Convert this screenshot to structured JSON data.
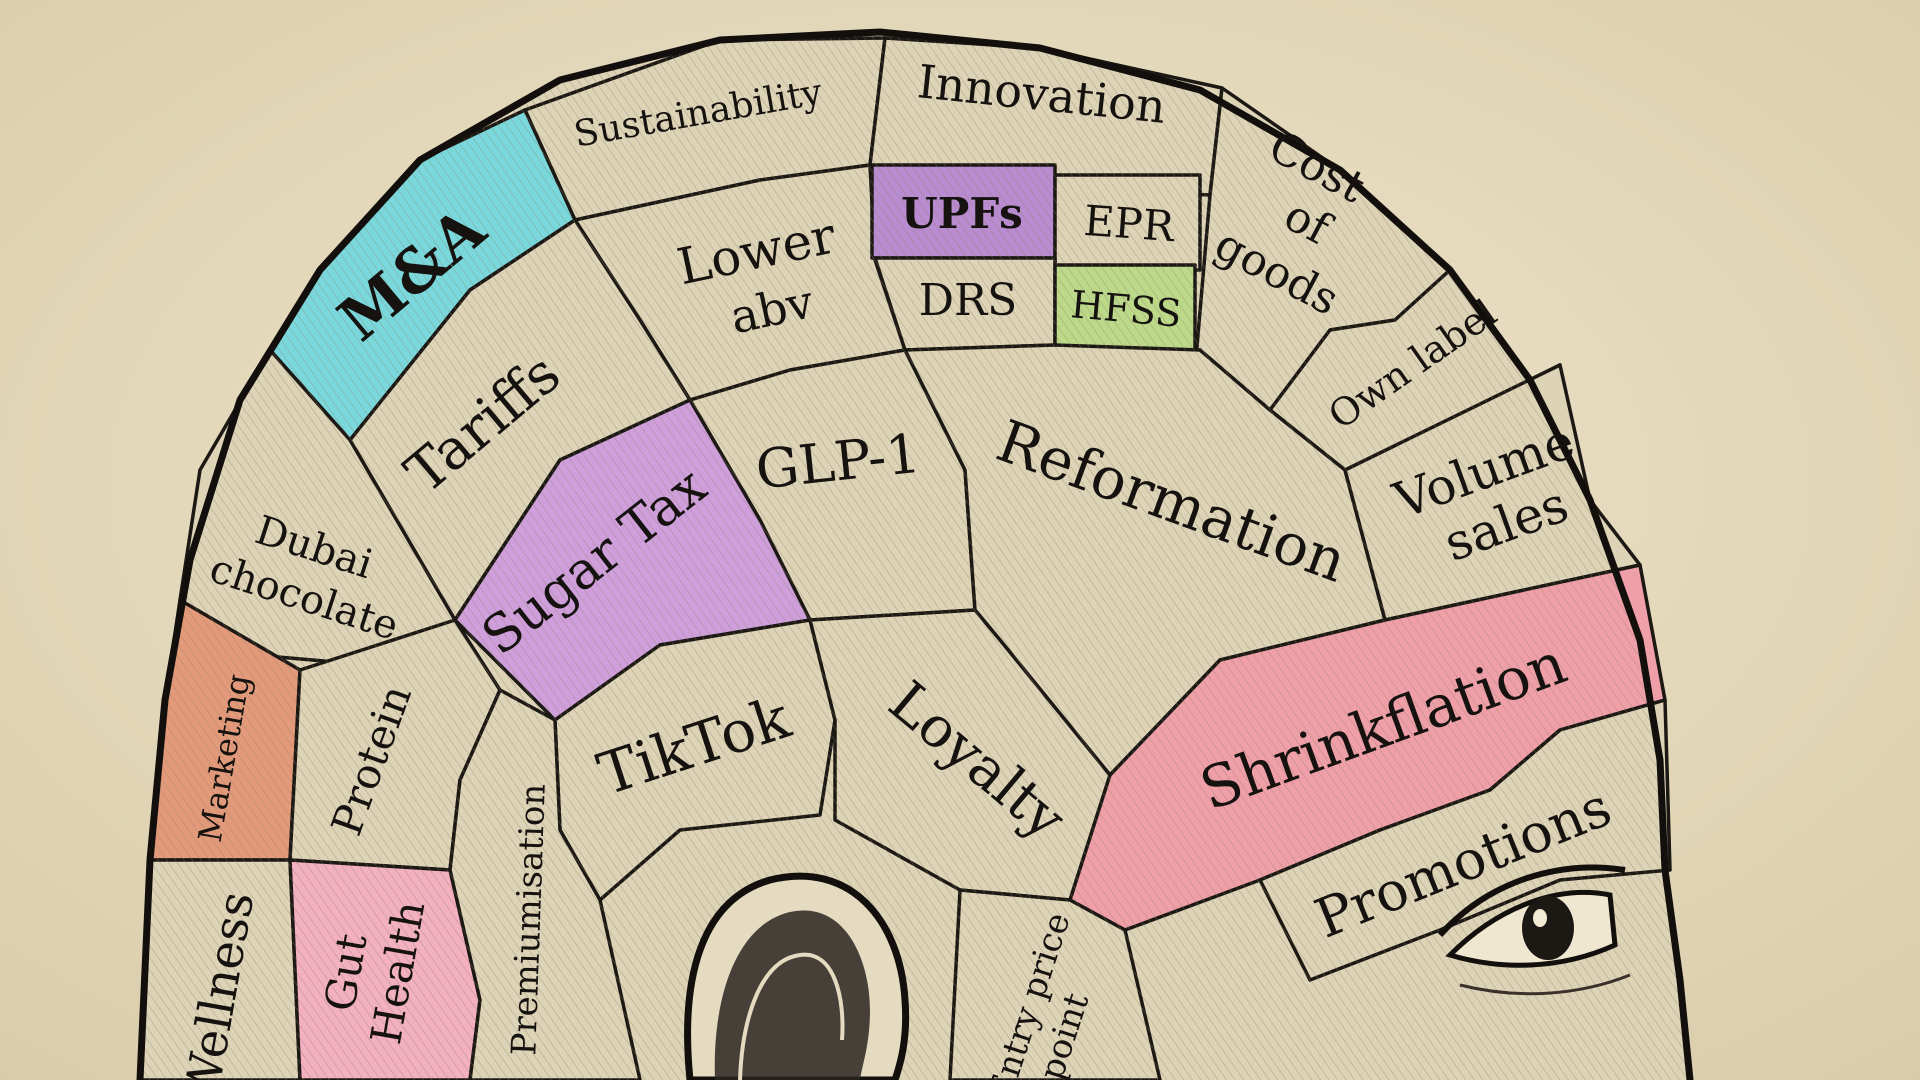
{
  "colors": {
    "paper": "#e9dfc4",
    "skin": "#ddd3b6",
    "ink": "#151210",
    "cyan": "#7ad8dc",
    "purple": "#cf9fdc",
    "violet": "#b98bd0",
    "green": "#bcd98a",
    "pink": "#ef9fa8",
    "lightpink": "#f2b0c0",
    "orange": "#e39a7a"
  },
  "regions": {
    "sustainability": "Sustainability",
    "innovation": "Innovation",
    "cost_of_goods": [
      "Cost",
      "of",
      "goods"
    ],
    "ma": "M&A",
    "lower_abv": [
      "Lower",
      "abv"
    ],
    "upfs": "UPFs",
    "epr": "EPR",
    "drs": "DRS",
    "hfss": "HFSS",
    "own_label": "Own label",
    "tariffs": "Tariffs",
    "glp1": "GLP-1",
    "reformation": "Reformation",
    "volume_sales": [
      "Volume",
      "sales"
    ],
    "dubai_chocolate": [
      "Dubai",
      "chocolate"
    ],
    "sugar_tax": "Sugar Tax",
    "marketing": "Marketing",
    "protein": "Protein",
    "tiktok": "TikTok",
    "loyalty": "Loyalty",
    "shrinkflation": "Shrinkflation",
    "promotions": "Promotions",
    "wellness": "Wellness",
    "gut_health": [
      "Gut",
      "Health"
    ],
    "premiumisation": "Premiumisation",
    "entry_price_point": [
      "Entry price",
      "point"
    ]
  }
}
